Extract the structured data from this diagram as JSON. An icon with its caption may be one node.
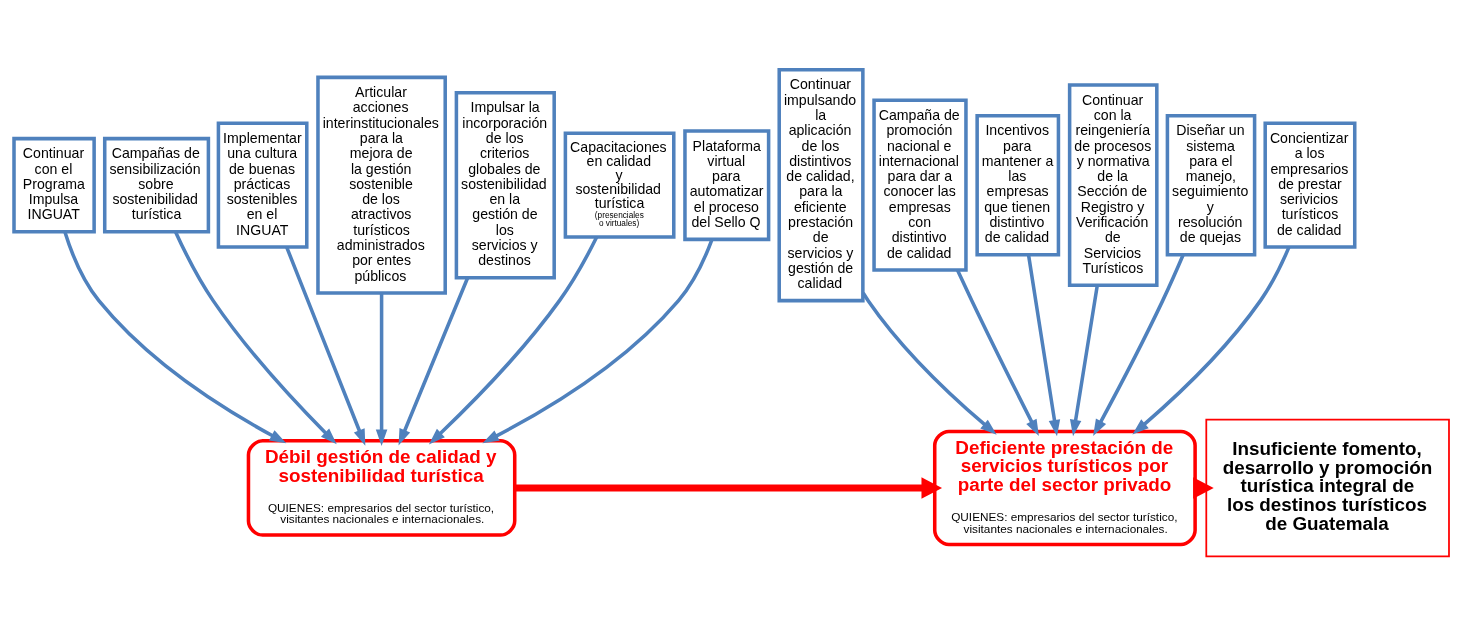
{
  "diagram": {
    "nodes": [
      {
        "text": [
          "Continuar con el Programa Impulsa INGUAT"
        ]
      },
      {
        "text": [
          "Campañas de sensibilización sobre sostenibilidad turística"
        ]
      },
      {
        "text": [
          "Implementar una cultura de buenas prácticas sostenibles en el INGUAT"
        ]
      },
      {
        "text": [
          "Articular acciones interinstitucionales para la mejora de la gestión sostenible de los atractivos turísticos administrados por entes públicos"
        ]
      },
      {
        "text": [
          "Impulsar la incorporación de los criterios globales de sostenibilidad en la gestión de los servicios y destinos"
        ]
      },
      {
        "text": [
          "Capacitaciones en calidad y sostenibilidad turística",
          "(presenciales o virtuales)"
        ]
      },
      {
        "text": [
          "Plataforma virtual para automatizar el proceso del Sello Q"
        ]
      },
      {
        "text": [
          "Continuar impulsando la aplicación de los distintivos de calidad, para la eficiente prestación de servicios y gestión de calidad"
        ]
      },
      {
        "text": [
          "Campaña de promoción nacional e internacional para dar a conocer las empresas con distintivo de calidad"
        ]
      },
      {
        "text": [
          "Incentivos para mantener a las empresas que tienen distintivo de calidad"
        ]
      },
      {
        "text": [
          "Continuar con la reingeniería de procesos y normativa de la Sección de Registro y Verificación de Servicios Turísticos"
        ]
      },
      {
        "text": [
          "Diseñar un sistema para el manejo, seguimiento y resolución de quejas"
        ]
      },
      {
        "text": [
          "Concientizar a los empresarios de prestar serivicios turísticos de calidad"
        ]
      },
      {
        "text": [
          "Débil gestión de calidad y sostenibilidad turística",
          "QUIENES: empresarios del sector turístico, visitantes nacionales e internacionales."
        ]
      },
      {
        "text": [
          "Deficiente prestación de servicios turísticos por parte del sector privado",
          "QUIENES: empresarios del sector turístico, visitantes nacionales e internacionales."
        ]
      },
      {
        "text": [
          "Insuficiente fomento, desarrollo y promoción turística integral de los destinos turísticos de Guatemala"
        ]
      }
    ],
    "edges": [
      {
        "from": 0,
        "to": 13,
        "arrow": "to"
      },
      {
        "from": 1,
        "to": 13,
        "arrow": "to"
      },
      {
        "from": 2,
        "to": 13,
        "arrow": "to"
      },
      {
        "from": 3,
        "to": 13,
        "arrow": "to"
      },
      {
        "from": 4,
        "to": 13,
        "arrow": "to"
      },
      {
        "from": 5,
        "to": 13,
        "arrow": "to"
      },
      {
        "from": 6,
        "to": 13,
        "arrow": "to"
      },
      {
        "from": 7,
        "to": 14,
        "arrow": "to"
      },
      {
        "from": 8,
        "to": 14,
        "arrow": "to"
      },
      {
        "from": 9,
        "to": 14,
        "arrow": "to"
      },
      {
        "from": 10,
        "to": 14,
        "arrow": "to"
      },
      {
        "from": 11,
        "to": 14,
        "arrow": "to"
      },
      {
        "from": 12,
        "to": 14,
        "arrow": "to"
      },
      {
        "from": 13,
        "to": 14,
        "arrow": "to",
        "style": "thick",
        "color": "#ff0000"
      },
      {
        "from": 14,
        "to": 15,
        "arrow": "to",
        "style": "thick",
        "color": "#ff0000"
      }
    ]
  }
}
